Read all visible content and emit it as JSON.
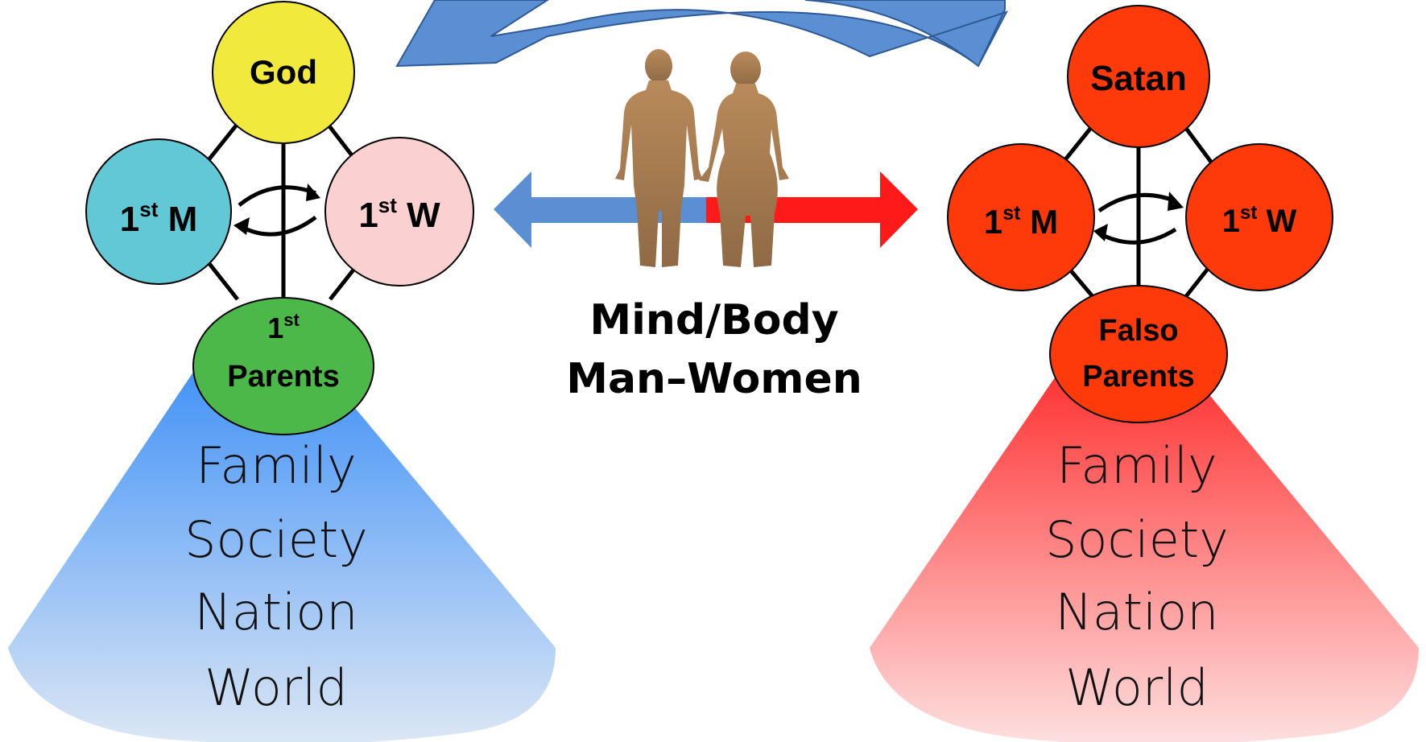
{
  "left": {
    "top_node": "God",
    "man_node": {
      "base": "1",
      "sup": "st",
      "tail": " M"
    },
    "woman_node": {
      "base": "1",
      "sup": "st",
      "tail": " W"
    },
    "parents_line1": {
      "base": "1",
      "sup": "st"
    },
    "parents_line2": "Parents",
    "spread": [
      "Family",
      "Society",
      "Nation",
      "World"
    ],
    "colors": {
      "top": "#f1ea3c",
      "man": "#62c8d6",
      "woman": "#fbd0d0",
      "parents": "#4db84a",
      "spread_top": "#3d8ff7",
      "spread_bottom": "#dce7f4"
    }
  },
  "right": {
    "top_node": "Satan",
    "man_node": {
      "base": "1",
      "sup": "st",
      "tail": " M"
    },
    "woman_node": {
      "base": "1",
      "sup": "st",
      "tail": " W"
    },
    "parents_line1": "Falso",
    "parents_line2": "Parents",
    "spread": [
      "Family",
      "Society",
      "Nation",
      "World"
    ],
    "colors": {
      "nodes": "#ff3a0a",
      "spread_top": "#ff2a2a",
      "spread_bottom": "#fde0e0"
    }
  },
  "center": {
    "line1": "Mind/Body",
    "line2": "Man–Women",
    "figure_icon": "man-and-woman-figures-icon",
    "arrow_colors": {
      "left": "#5b8fd3",
      "right": "#ff1a1a"
    }
  },
  "top_arrow_color": "#5b8fd3"
}
